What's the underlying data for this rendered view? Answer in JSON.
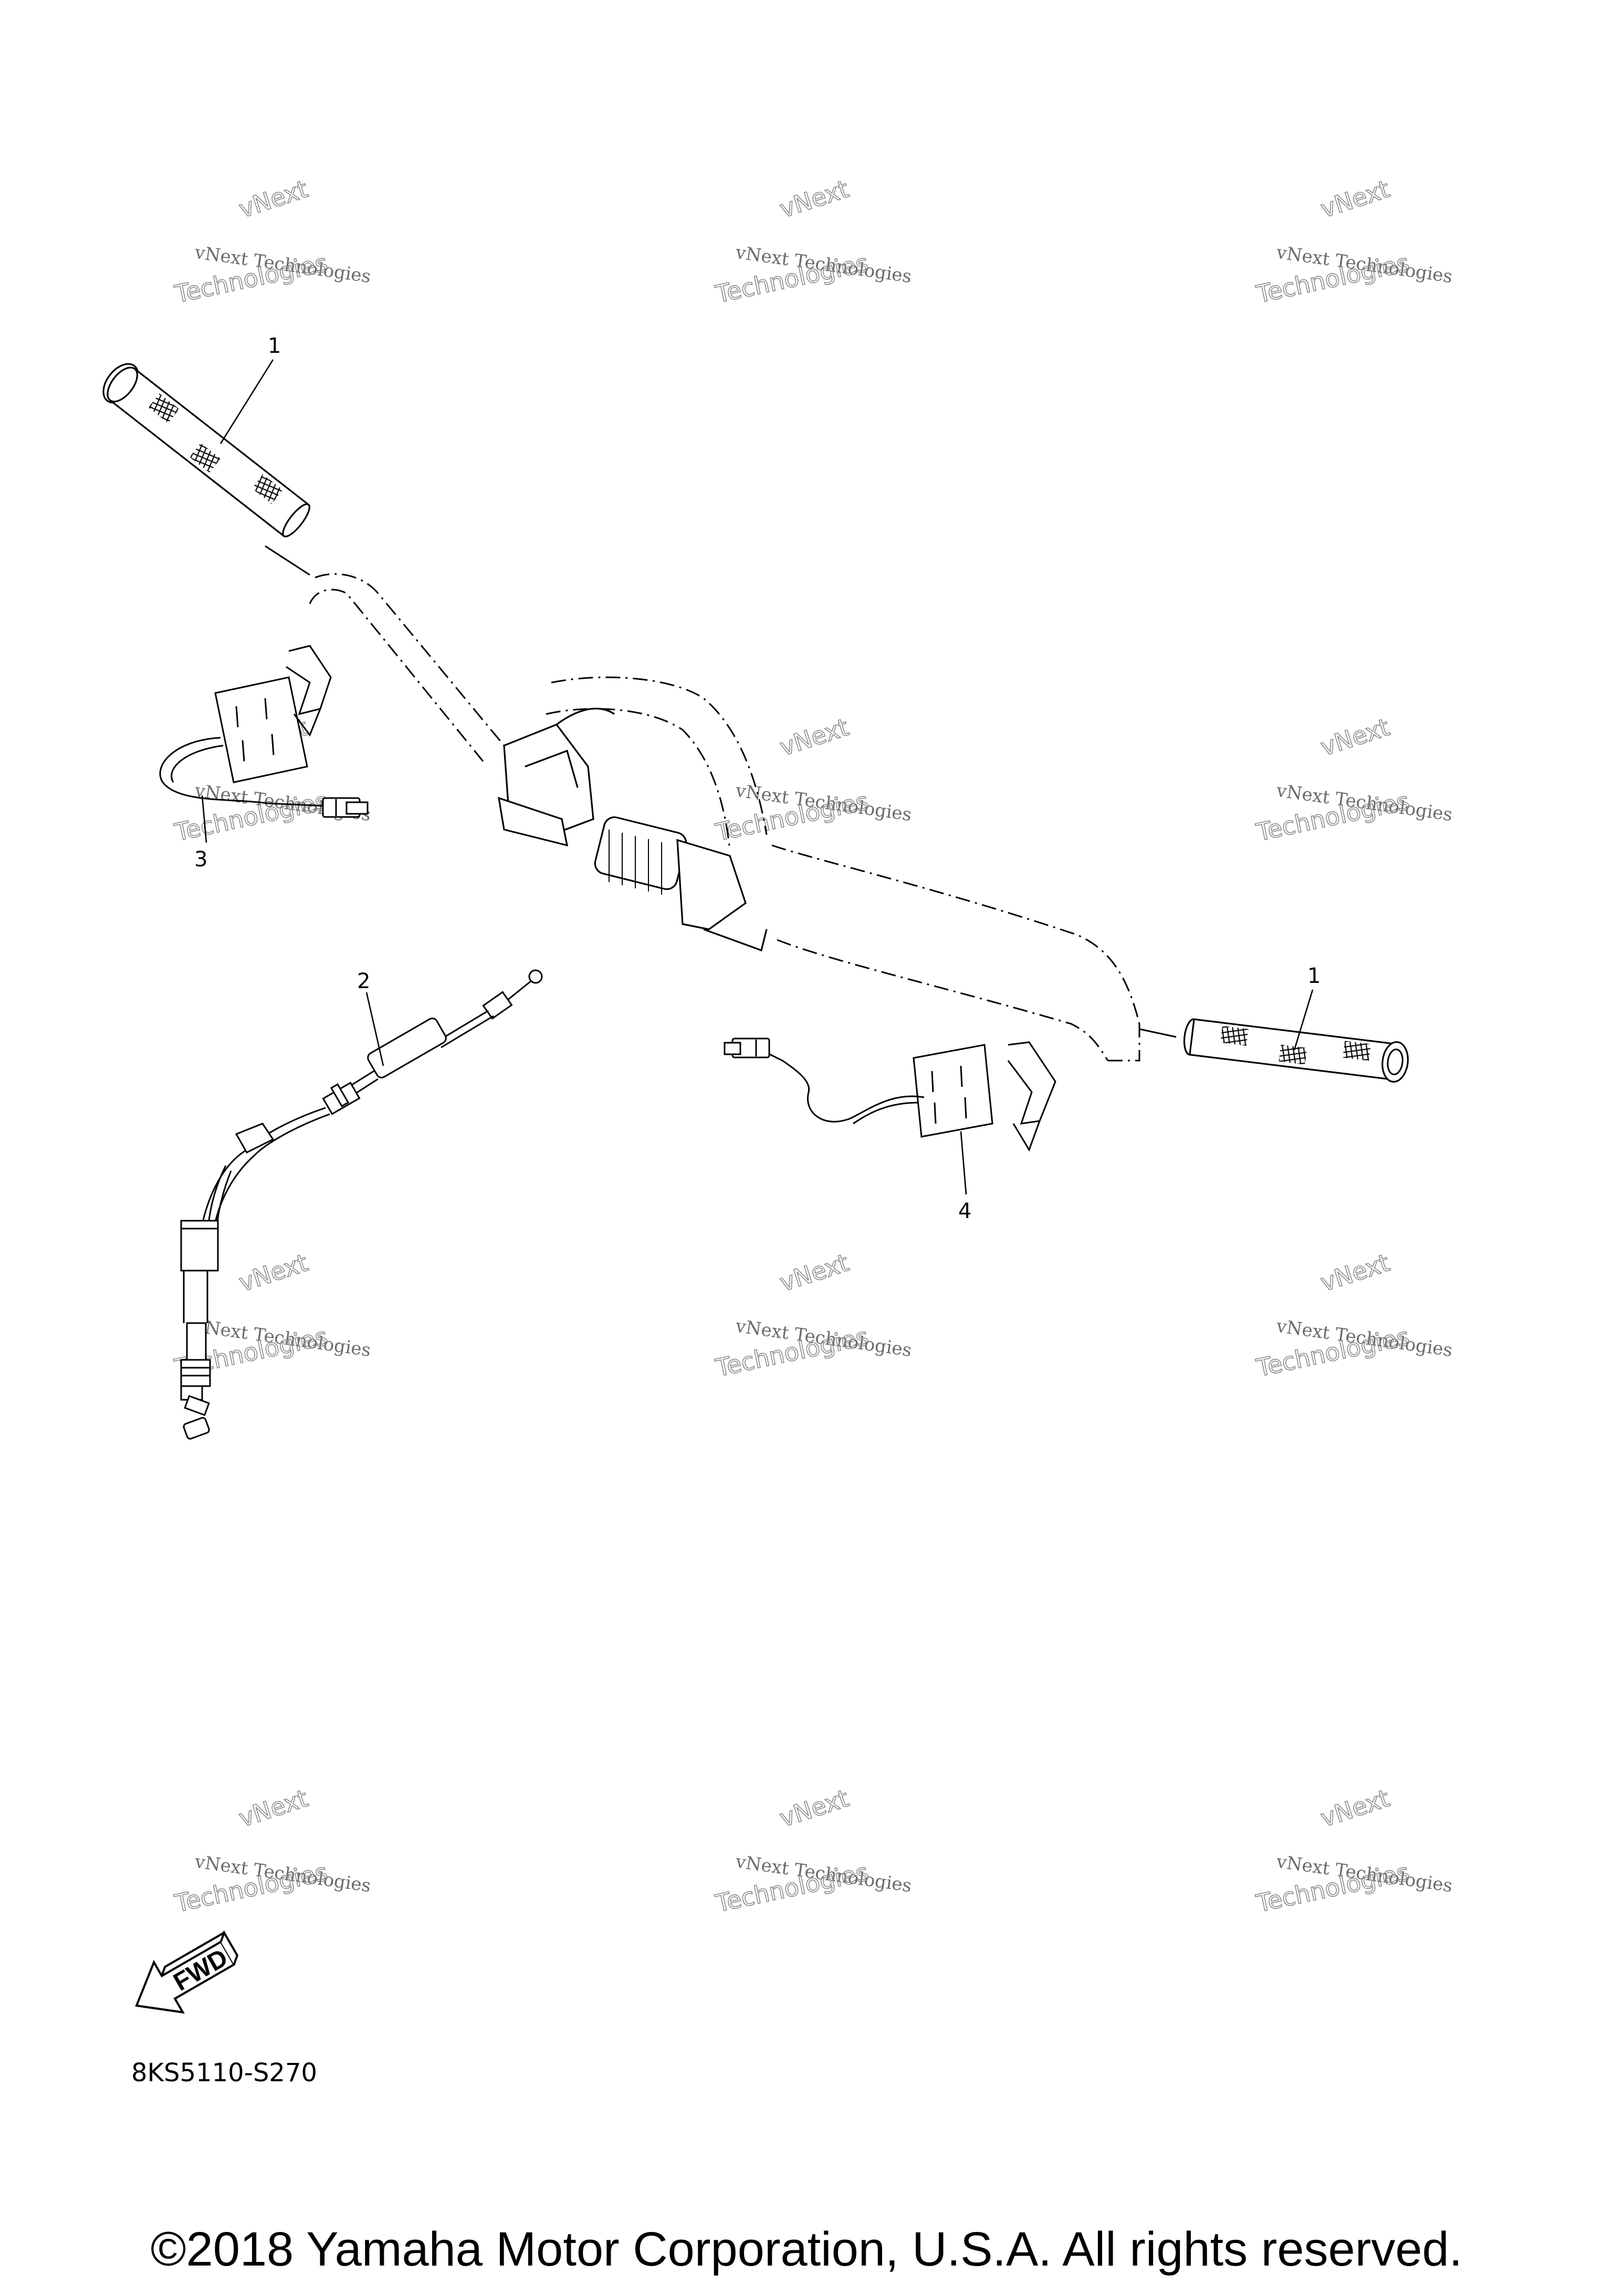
{
  "diagram": {
    "callouts": [
      {
        "id": "grip-left",
        "number": "1"
      },
      {
        "id": "cable",
        "number": "2"
      },
      {
        "id": "heater-left",
        "number": "3"
      },
      {
        "id": "heater-right",
        "number": "4"
      },
      {
        "id": "grip-right",
        "number": "1"
      }
    ],
    "fwd_label": "FWD",
    "watermark": {
      "line1": "vNext Technologies",
      "line2": "Technologies",
      "line0": "vNext"
    }
  },
  "footer": {
    "diagram_code": "8KS5110-S270",
    "copyright": "©2018 Yamaha Motor Corporation, U.S.A. All rights reserved."
  }
}
